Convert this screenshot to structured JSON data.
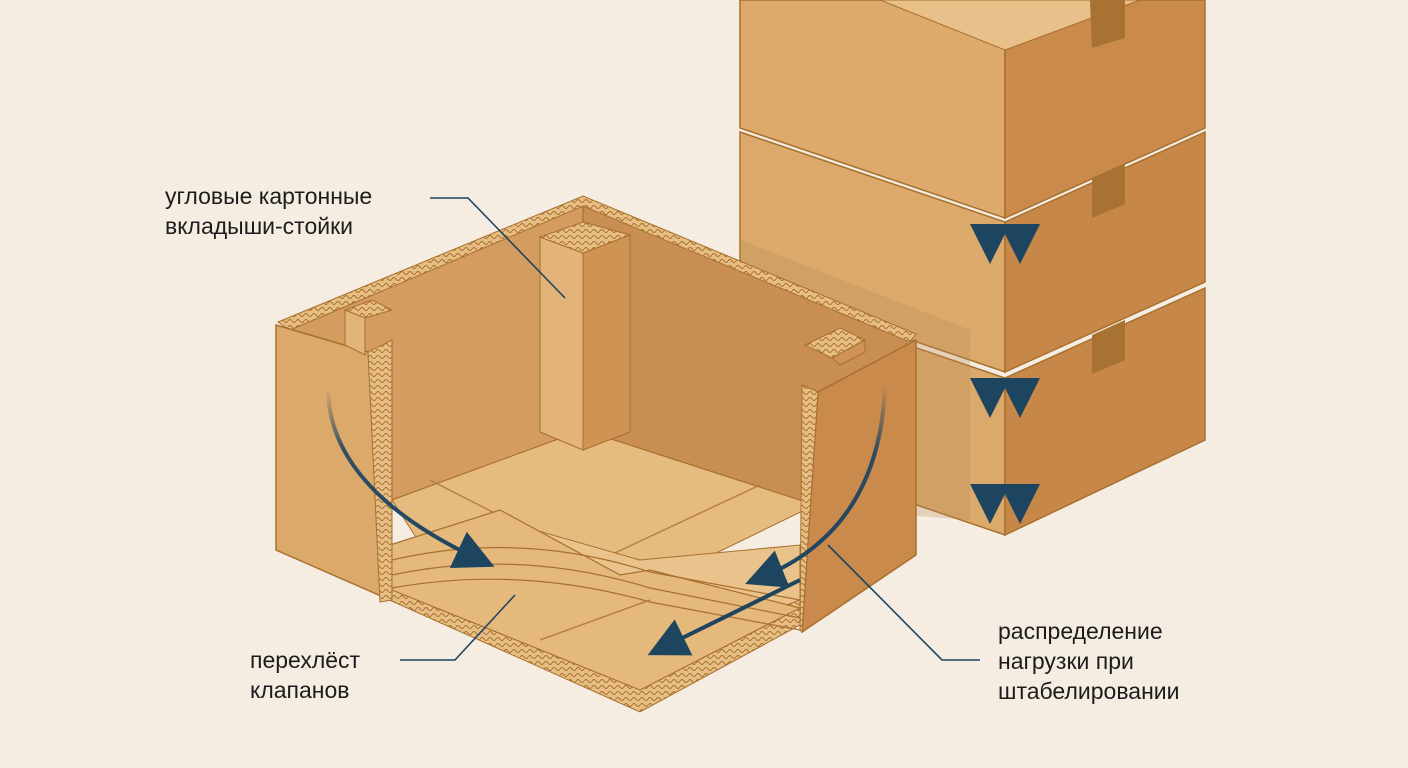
{
  "labels": {
    "corner_posts": {
      "line1": "угловые картонные",
      "line2": "вкладыши-стойки"
    },
    "flap_overlap": {
      "line1": "перехлёст",
      "line2": "клапанов"
    },
    "stack_load": {
      "line1": "распределение",
      "line2": "нагрузки при",
      "line3": "штабелировании"
    }
  },
  "colors": {
    "background": "#f5ede1",
    "cardboard_light": "#e8bf86",
    "cardboard_mid": "#d9a468",
    "cardboard_dark": "#c28448",
    "edge": "#a8702f",
    "arrow": "#1d4560",
    "leader": "#1d4560",
    "tape": "#a87233"
  }
}
